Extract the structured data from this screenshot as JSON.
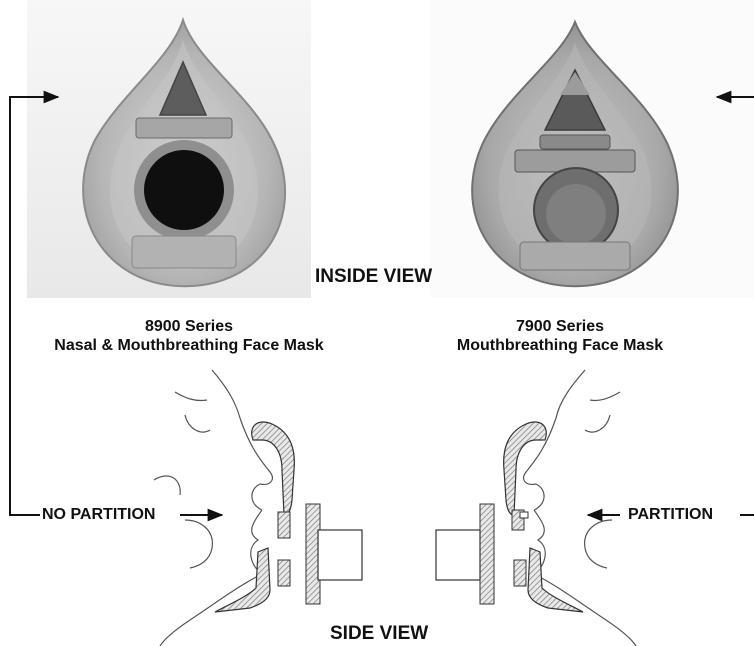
{
  "labels": {
    "inside_view": "INSIDE VIEW",
    "side_view": "SIDE VIEW",
    "left_series": "8900 Series",
    "left_desc": "Nasal & Mouthbreathing Face Mask",
    "right_series": "7900 Series",
    "right_desc": "Mouthbreathing Face Mask",
    "no_partition": "NO PARTITION",
    "partition": "PARTITION"
  },
  "colors": {
    "line": "#111111",
    "mask_gray": "#b9b9b9",
    "mask_dark": "#101010",
    "mask_mid": "#7a7a7a",
    "hatch": "#888888"
  }
}
